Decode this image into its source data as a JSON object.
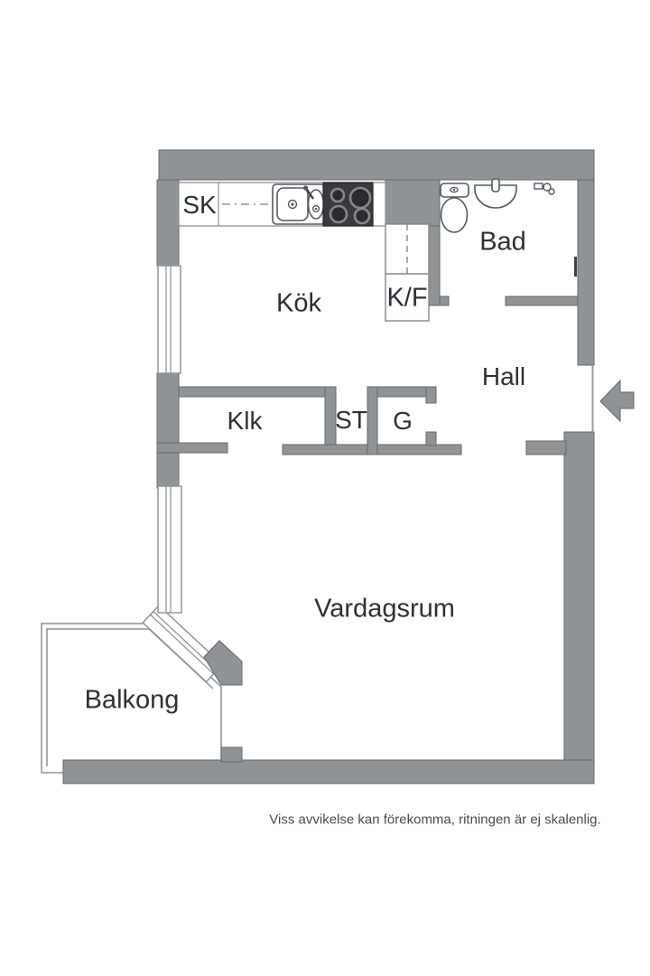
{
  "labels": {
    "sk": "SK",
    "kok": "Kök",
    "bad": "Bad",
    "kf": "K/F",
    "hall": "Hall",
    "klk": "Klk",
    "st": "ST",
    "g": "G",
    "vardagsrum": "Vardagsrum",
    "balkong": "Balkong"
  },
  "disclaimer": "Viss avvikelse kan förekomma, ritningen är ej skalenlig.",
  "icons": {
    "sink": "double-basin-sink-icon",
    "stove": "four-burner-stove-icon",
    "fridge": "fridge-freezer-box",
    "toilet": "toilet-icon",
    "washbasin": "washbasin-icon",
    "valve": "wall-valve-icon",
    "entrance": "entrance-arrow-left-icon"
  },
  "colors": {
    "wall": "#909497",
    "wallOutline": "#63676b",
    "stove": "#3a3a3c",
    "fixture": "#55595c",
    "window": "#8b9094",
    "text": "#2d3033",
    "disclaimerText": "#474b4e",
    "bg": "#ffffff"
  }
}
